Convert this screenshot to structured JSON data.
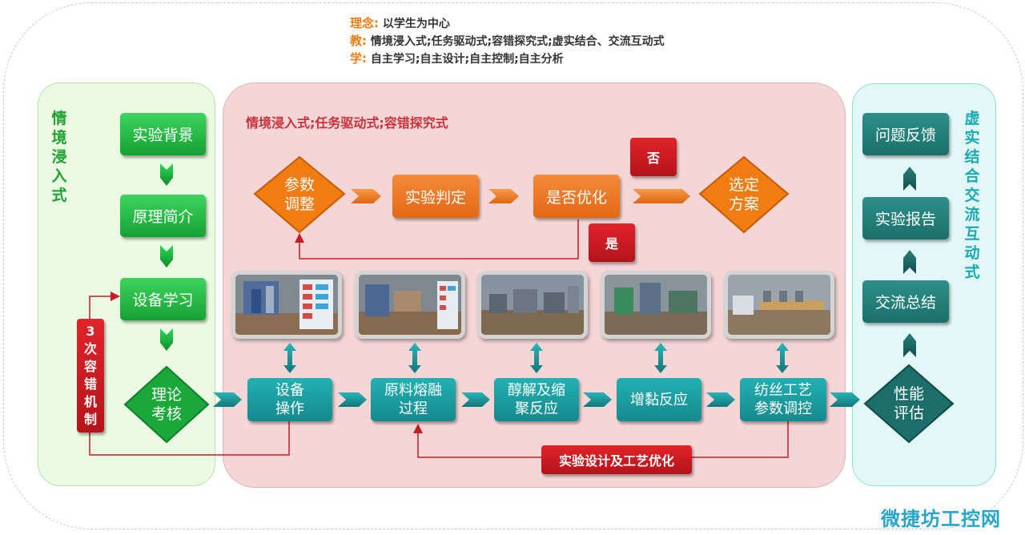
{
  "concepts": [
    {
      "key": "理念:",
      "text": "以学生为中心"
    },
    {
      "key": "教:",
      "text": "情境浸入式;任务驱动式;容错探究式;虚实结合、交流互动式"
    },
    {
      "key": "学:",
      "text": "自主学习;自主设计;自主控制;自主分析"
    }
  ],
  "left_panel": {
    "title": "情境浸入式",
    "steps": [
      "实验背景",
      "原理简介",
      "设备学习"
    ],
    "assessment": [
      "理论",
      "考核"
    ],
    "retry": "3次容错机制"
  },
  "mid_panel": {
    "title": "情境浸入式;任务驱动式;容错探究式",
    "adjust": [
      "参数",
      "调整"
    ],
    "judge": "实验判定",
    "optimize": "是否优化",
    "no": "否",
    "yes": "是",
    "select": [
      "选定",
      "方案"
    ],
    "processes": [
      {
        "line1": "设备",
        "line2": "操作"
      },
      {
        "line1": "原料熔融",
        "line2": "过程"
      },
      {
        "line1": "醇解及缩",
        "line2": "聚反应"
      },
      {
        "line1": "增黏反应",
        "line2": ""
      },
      {
        "line1": "纺丝工艺",
        "line2": "参数调控"
      }
    ],
    "design_label": "实验设计及工艺优化"
  },
  "right_panel": {
    "title": "虚实结合交流互动式",
    "steps": [
      "问题反馈",
      "实验报告",
      "交流总结"
    ],
    "evaluate": [
      "性能",
      "评估"
    ]
  },
  "watermark": "微捷坊工控网",
  "colors": {
    "orange": "#f07c12",
    "green": "#1fb43f",
    "teal": "#1b7a75",
    "cyan": "#19a3a6",
    "red": "#c81a20"
  }
}
